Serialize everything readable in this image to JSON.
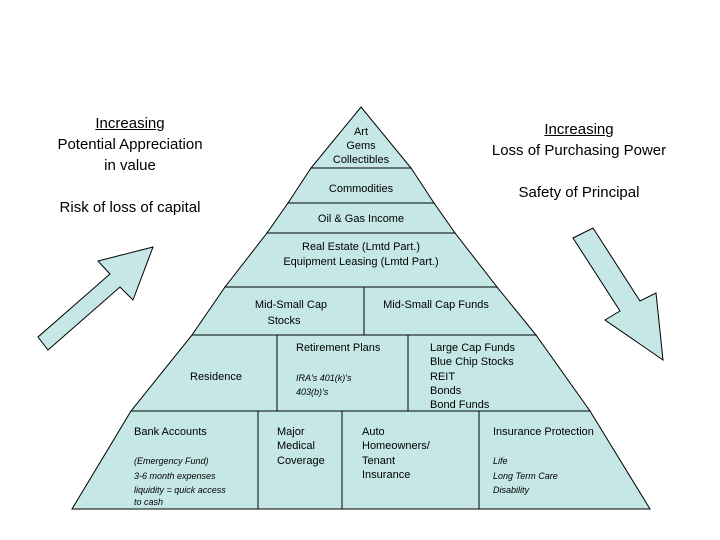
{
  "left_note": {
    "heading": "Increasing",
    "line1": "Potential Appreciation",
    "line2": "in value",
    "line3": "Risk of loss of capital"
  },
  "right_note": {
    "heading": "Increasing",
    "line1": "Loss of Purchasing Power",
    "line2": "Safety of Principal"
  },
  "colors": {
    "pyramid_fill": "#c5e7e6",
    "arrow_fill": "#c5e7e6",
    "outline": "#000000"
  },
  "pyramid": {
    "tier1": {
      "line1": "Art",
      "line2": "Gems",
      "line3": "Collectibles"
    },
    "tier2": "Commodities",
    "tier3": "Oil & Gas Income",
    "tier4": {
      "line1": "Real Estate (Lmtd Part.)",
      "line2": "Equipment Leasing (Lmtd Part.)"
    },
    "tier5": {
      "left": {
        "line1": "Mid-Small Cap",
        "line2": "Stocks"
      },
      "right": "Mid-Small Cap Funds"
    },
    "tier6": {
      "residence": "Residence",
      "retirement": {
        "title": "Retirement Plans",
        "item1": "IRA's 401(k)'s",
        "item2": "403(b)'s"
      },
      "funds": [
        "Large Cap Funds",
        "Blue Chip Stocks",
        "REIT",
        "Bonds",
        "Bond Funds"
      ]
    },
    "tier7": {
      "bank": {
        "title": "Bank Accounts",
        "sub1": "(Emergency Fund)",
        "sub2": "3-6 month expenses",
        "sub3": "liquidity = quick access",
        "sub4": "to cash"
      },
      "medical": [
        "Major",
        "Medical",
        "Coverage"
      ],
      "auto": [
        "Auto",
        "Homeowners/",
        "Tenant",
        "Insurance"
      ],
      "insurance": {
        "title": "Insurance Protection",
        "item1": "Life",
        "item2": "Long Term Care",
        "item3": "Disability"
      }
    }
  }
}
